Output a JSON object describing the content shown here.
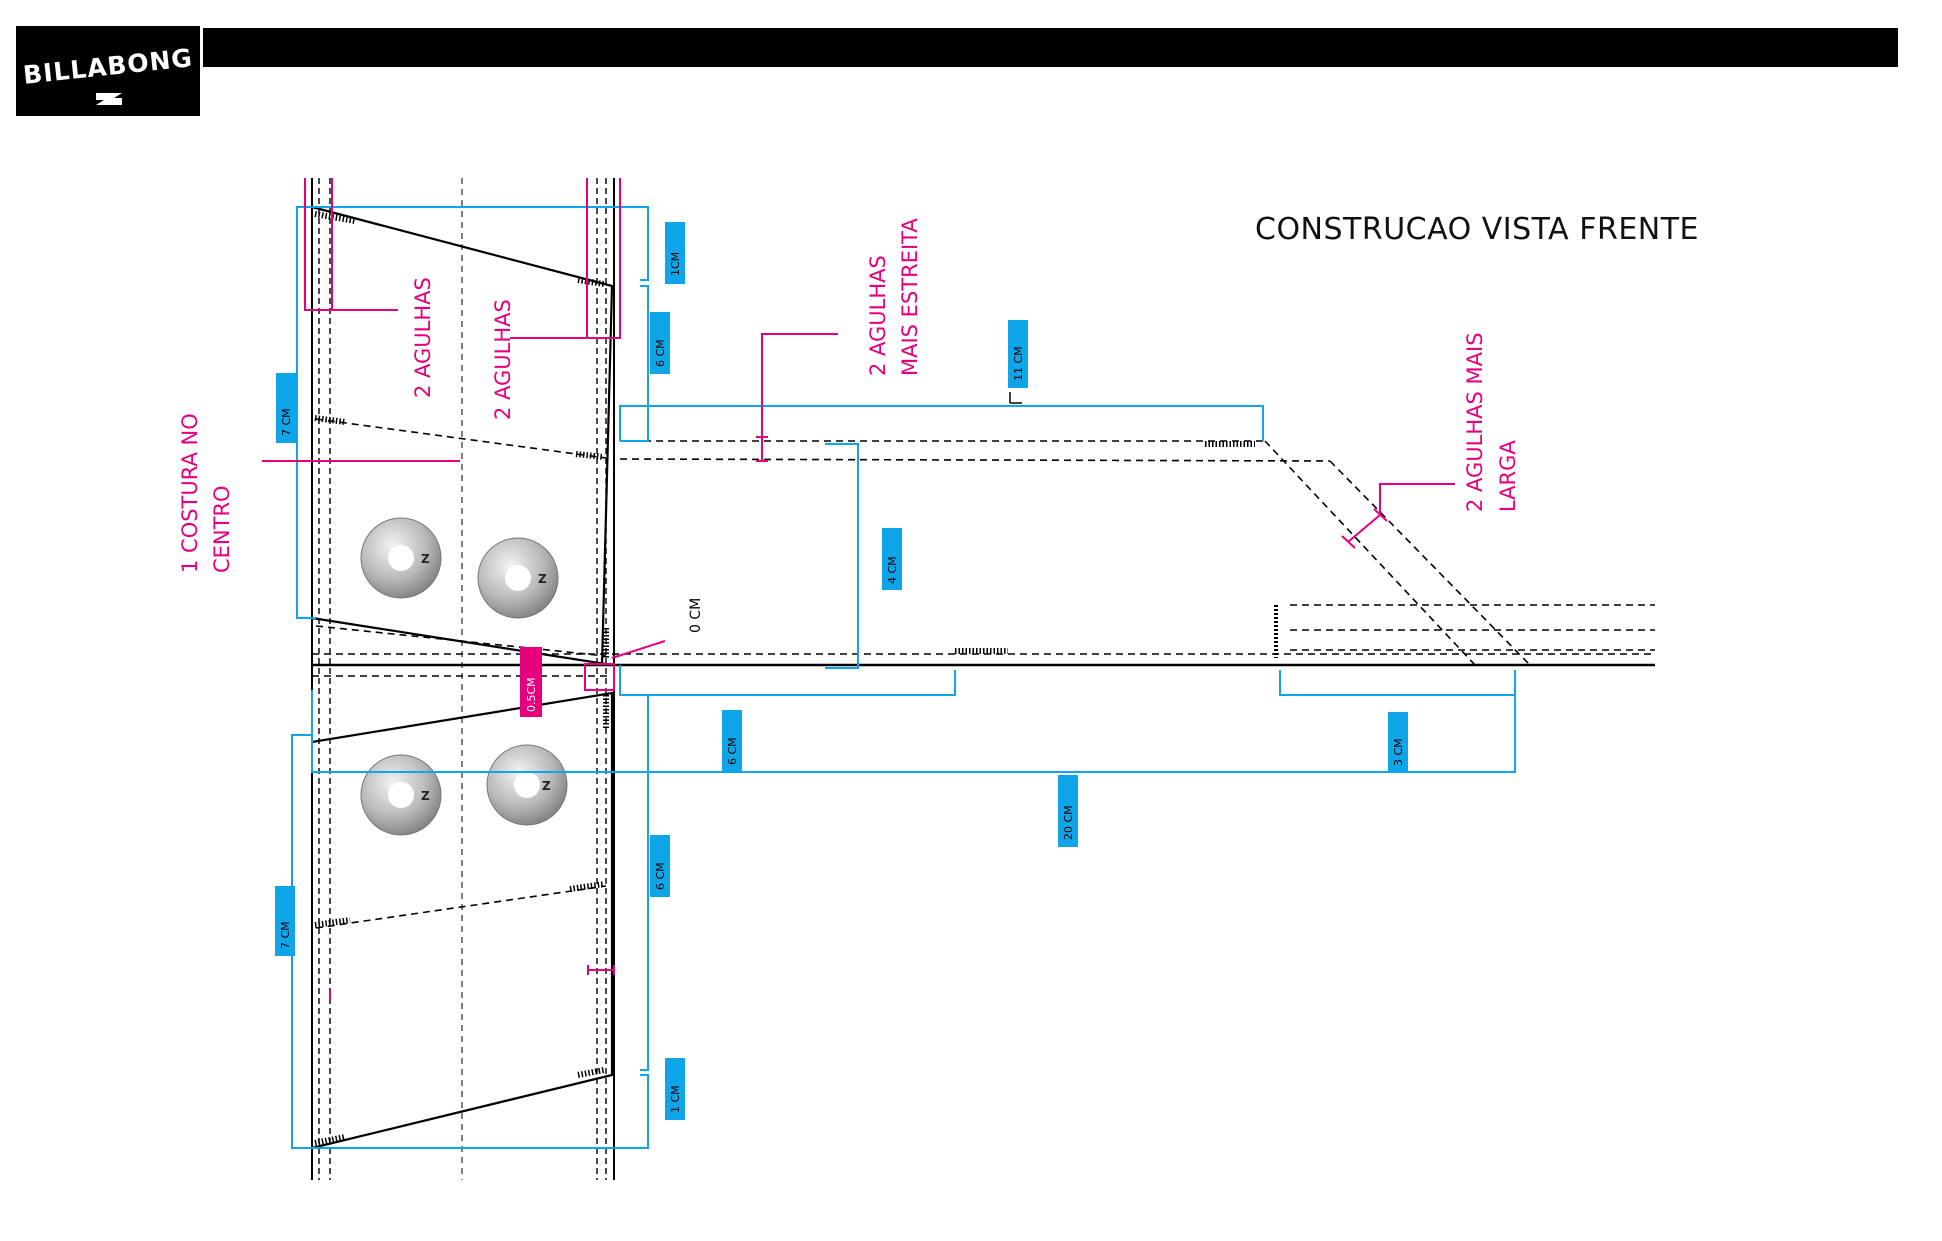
{
  "header": {
    "logo_text": "BILLABONG",
    "title": "CONSTRUCAO VISTA FRENTE"
  },
  "colors": {
    "cyan": "#0ea5e9",
    "pink": "#e6007e",
    "black": "#000000"
  },
  "labels": {
    "two_needles_left": "2 AGULHAS",
    "two_needles_right": "2 AGULHAS",
    "narrow_line1": "2 AGULHAS",
    "narrow_line2": "MAIS ESTREITA",
    "wide_line1": "2 AGULHAS MAIS",
    "wide_line2": "LARGA",
    "center_line1": "1 COSTURA  NO",
    "center_line2": "CENTRO",
    "zero_cm": "0 CM"
  },
  "dimensions": {
    "d_1cm_top": "1CM",
    "d_6cm_top": "6 CM",
    "d_11cm": "11 CM",
    "d_7cm_top": "7 CM",
    "d_4cm": "4 CM",
    "d_05cm": "0.5CM",
    "d_6cm_mid": "6 CM",
    "d_3cm": "3 CM",
    "d_20cm": "20 CM",
    "d_6cm_bottom": "6 CM",
    "d_7cm_bottom": "7 CM",
    "d_1cm_bottom": "1 CM"
  }
}
